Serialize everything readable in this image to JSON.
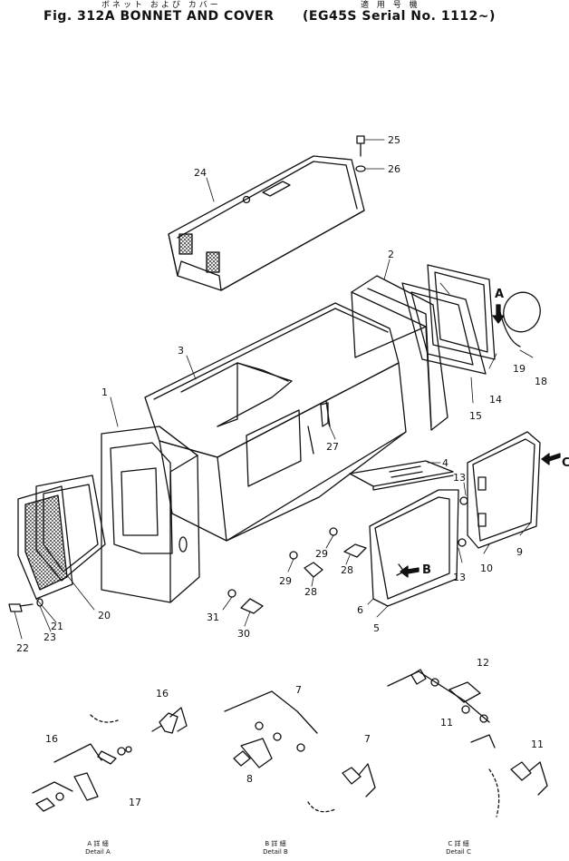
{
  "header": {
    "title_left": "Fig. 312A   BONNET AND COVER",
    "title_right": "(EG45S Serial No. 1112~)",
    "jp_left": "ボネット および カバー",
    "jp_right": "適 用 号 機"
  },
  "callouts": [
    "1",
    "2",
    "3",
    "4",
    "5",
    "6",
    "7",
    "7",
    "8",
    "9",
    "10",
    "11",
    "11",
    "12",
    "13",
    "13",
    "14",
    "15",
    "16",
    "16",
    "17",
    "18",
    "19",
    "20",
    "21",
    "22",
    "23",
    "24",
    "25",
    "26",
    "27",
    "28",
    "28",
    "29",
    "29",
    "30",
    "31"
  ],
  "view_markers": [
    "A",
    "B",
    "C"
  ],
  "details": [
    {
      "jp": "A 詳 細",
      "en": "Detail  A"
    },
    {
      "jp": "B 詳 細",
      "en": "Detail  B"
    },
    {
      "jp": "C 詳 細",
      "en": "Detail  C"
    }
  ]
}
